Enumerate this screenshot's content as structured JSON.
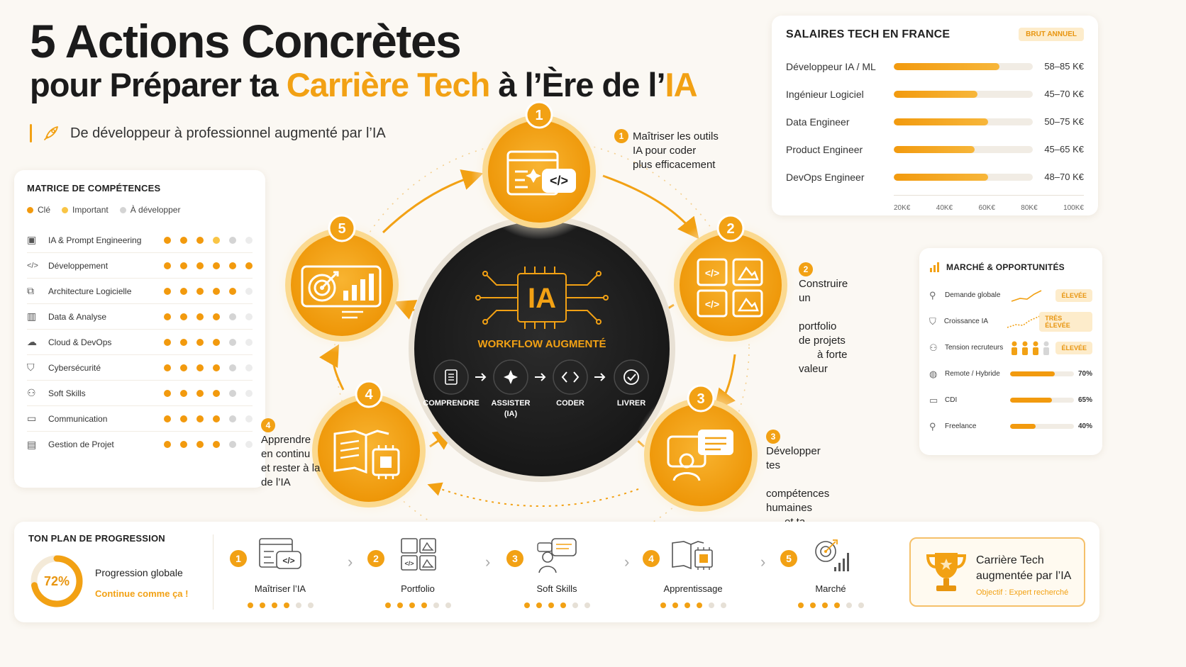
{
  "header": {
    "title_line1": "5 Actions Concrètes",
    "title_line2_a": "pour Préparer ta ",
    "title_line2_highlight": "Carrière Tech",
    "title_line2_b": " à l’Ère de l’",
    "title_line2_ia": "IA",
    "subtitle": "De développeur à professionnel augmenté par l’IA",
    "icon": "rocket-icon"
  },
  "colors": {
    "accent": "#f2a114",
    "accent_dark": "#e8950f",
    "dark": "#1e1e1e"
  },
  "matrix": {
    "title": "MATRICE DE COMPÉTENCES",
    "legend": [
      "Clé",
      "Important",
      "À développer"
    ],
    "rows": [
      {
        "label": "IA & Prompt Engineering",
        "icon": "chip-icon",
        "levels": [
          "k",
          "k",
          "k",
          "i",
          "d",
          "e"
        ]
      },
      {
        "label": "Développement",
        "icon": "code-icon",
        "levels": [
          "k",
          "k",
          "k",
          "k",
          "k",
          "k"
        ]
      },
      {
        "label": "Architecture Logicielle",
        "icon": "architecture-icon",
        "levels": [
          "k",
          "k",
          "k",
          "k",
          "k",
          "e"
        ]
      },
      {
        "label": "Data & Analyse",
        "icon": "bar-chart-icon",
        "levels": [
          "k",
          "k",
          "k",
          "k",
          "d",
          "e"
        ]
      },
      {
        "label": "Cloud & DevOps",
        "icon": "cloud-icon",
        "levels": [
          "k",
          "k",
          "k",
          "k",
          "d",
          "e"
        ]
      },
      {
        "label": "Cybersécurité",
        "icon": "shield-icon",
        "levels": [
          "k",
          "k",
          "k",
          "k",
          "d",
          "e"
        ]
      },
      {
        "label": "Soft Skills",
        "icon": "users-icon",
        "levels": [
          "k",
          "k",
          "k",
          "k",
          "d",
          "e"
        ]
      },
      {
        "label": "Communication",
        "icon": "chat-icon",
        "levels": [
          "k",
          "k",
          "k",
          "k",
          "d",
          "e"
        ]
      },
      {
        "label": "Gestion de Projet",
        "icon": "clipboard-icon",
        "levels": [
          "k",
          "k",
          "k",
          "k",
          "d",
          "e"
        ]
      }
    ]
  },
  "salary": {
    "title": "SALAIRES TECH EN FRANCE",
    "badge": "BRUT ANNUEL",
    "rows": [
      {
        "label": "Développeur IA / ML",
        "range": "58–85 K€",
        "fill": 0.76
      },
      {
        "label": "Ingénieur Logiciel",
        "range": "45–70 K€",
        "fill": 0.6
      },
      {
        "label": "Data Engineer",
        "range": "50–75 K€",
        "fill": 0.68
      },
      {
        "label": "Product Engineer",
        "range": "45–65 K€",
        "fill": 0.58
      },
      {
        "label": "DevOps Engineer",
        "range": "48–70 K€",
        "fill": 0.68
      }
    ],
    "axis": [
      "20K€",
      "40K€",
      "60K€",
      "80K€",
      "100K€"
    ]
  },
  "market": {
    "title": "MARCHÉ & OPPORTUNITÉS",
    "rows": [
      {
        "label": "Demande globale",
        "icon": "user-icon",
        "badge": "ÉLEVÉE",
        "viz": "trend"
      },
      {
        "label": "Croissance IA",
        "icon": "shield-icon",
        "badge": "TRÈS ÉLEVÉE",
        "viz": "trend-dashed"
      },
      {
        "label": "Tension recruteurs",
        "icon": "users-icon",
        "badge": "ÉLEVÉE",
        "viz": "people"
      }
    ],
    "bars": [
      {
        "label": "Remote / Hybride",
        "icon": "globe-icon",
        "pct": "70%",
        "fill": 0.7
      },
      {
        "label": "CDI",
        "icon": "briefcase-icon",
        "pct": "65%",
        "fill": 0.65
      },
      {
        "label": "Freelance",
        "icon": "user-icon",
        "pct": "40%",
        "fill": 0.4
      }
    ]
  },
  "center": {
    "core_label": "IA",
    "workflow_title": "WORKFLOW AUGMENTÉ",
    "workflow_steps": [
      {
        "label": "COMPRENDRE",
        "sub": ""
      },
      {
        "label": "ASSISTER",
        "sub": "(IA)"
      },
      {
        "label": "CODER",
        "sub": ""
      },
      {
        "label": "LIVRER",
        "sub": ""
      }
    ]
  },
  "actions": [
    {
      "num": "1",
      "lines": [
        "Maîtriser les outils",
        "IA pour coder",
        "plus efficacement"
      ]
    },
    {
      "num": "2",
      "lines": [
        "Construire un",
        "portfolio de projets",
        "à forte valeur"
      ]
    },
    {
      "num": "3",
      "lines": [
        "Développer tes",
        "compétences humaines",
        "et ta communication"
      ]
    },
    {
      "num": "4",
      "lines": [
        "Apprendre",
        "en continu",
        "et rester à la",
        "de l’IA"
      ]
    },
    {
      "num": "5",
      "lines": []
    }
  ],
  "plan": {
    "title": "TON PLAN DE PROGRESSION",
    "progress_pct": "72%",
    "progress_value": 0.72,
    "progress_label": "Progression globale",
    "progress_sub": "Continue comme ça !",
    "steps": [
      {
        "num": "1",
        "label": "Maîtriser l’IA",
        "done": 4
      },
      {
        "num": "2",
        "label": "Portfolio",
        "done": 4
      },
      {
        "num": "3",
        "label": "Soft Skills",
        "done": 4
      },
      {
        "num": "4",
        "label": "Apprentissage",
        "done": 4
      },
      {
        "num": "5",
        "label": "Marché",
        "done": 4
      }
    ],
    "career_line1": "Carrière Tech",
    "career_line2": "augmentée par l’IA",
    "career_goal": "Objectif : Expert recherché"
  }
}
